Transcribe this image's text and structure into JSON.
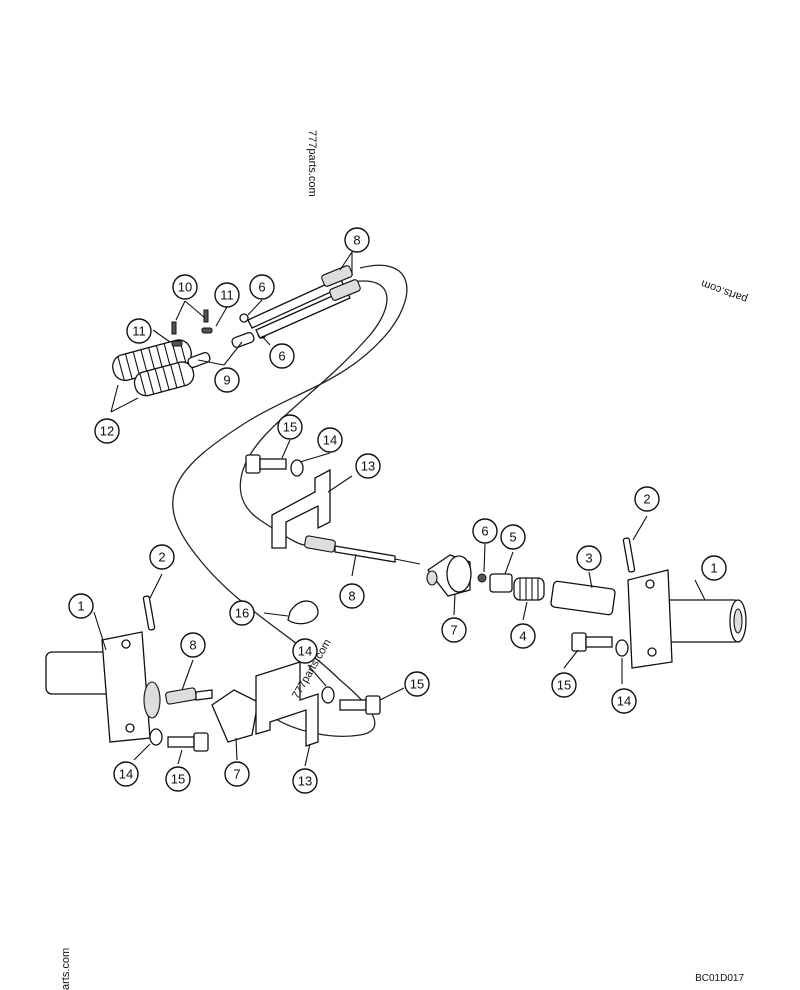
{
  "watermarks": {
    "top": "777parts.com",
    "right": "parts.com",
    "center": "777parts.com",
    "bottom": "arts.com"
  },
  "figure_code": "BC01D017",
  "callouts": [
    {
      "id": "c-8-top",
      "label": "8"
    },
    {
      "id": "c-10",
      "label": "10"
    },
    {
      "id": "c-11-left",
      "label": "11"
    },
    {
      "id": "c-11-right",
      "label": "11"
    },
    {
      "id": "c-6-top",
      "label": "6"
    },
    {
      "id": "c-6-mid",
      "label": "6"
    },
    {
      "id": "c-9",
      "label": "9"
    },
    {
      "id": "c-12",
      "label": "12"
    },
    {
      "id": "c-15-top",
      "label": "15"
    },
    {
      "id": "c-14-top",
      "label": "14"
    },
    {
      "id": "c-13-top",
      "label": "13"
    },
    {
      "id": "c-8-mid",
      "label": "8"
    },
    {
      "id": "c-6-right",
      "label": "6"
    },
    {
      "id": "c-5",
      "label": "5"
    },
    {
      "id": "c-3",
      "label": "3"
    },
    {
      "id": "c-2-right",
      "label": "2"
    },
    {
      "id": "c-1-right",
      "label": "1"
    },
    {
      "id": "c-7-mid",
      "label": "7"
    },
    {
      "id": "c-4",
      "label": "4"
    },
    {
      "id": "c-15-right",
      "label": "15"
    },
    {
      "id": "c-14-right",
      "label": "14"
    },
    {
      "id": "c-2-left",
      "label": "2"
    },
    {
      "id": "c-1-left",
      "label": "1"
    },
    {
      "id": "c-16",
      "label": "16"
    },
    {
      "id": "c-8-left",
      "label": "8"
    },
    {
      "id": "c-14-mid",
      "label": "14"
    },
    {
      "id": "c-15-mid",
      "label": "15"
    },
    {
      "id": "c-14-bottom",
      "label": "14"
    },
    {
      "id": "c-15-bottom",
      "label": "15"
    },
    {
      "id": "c-7-bottom",
      "label": "7"
    },
    {
      "id": "c-13-bottom",
      "label": "13"
    }
  ]
}
